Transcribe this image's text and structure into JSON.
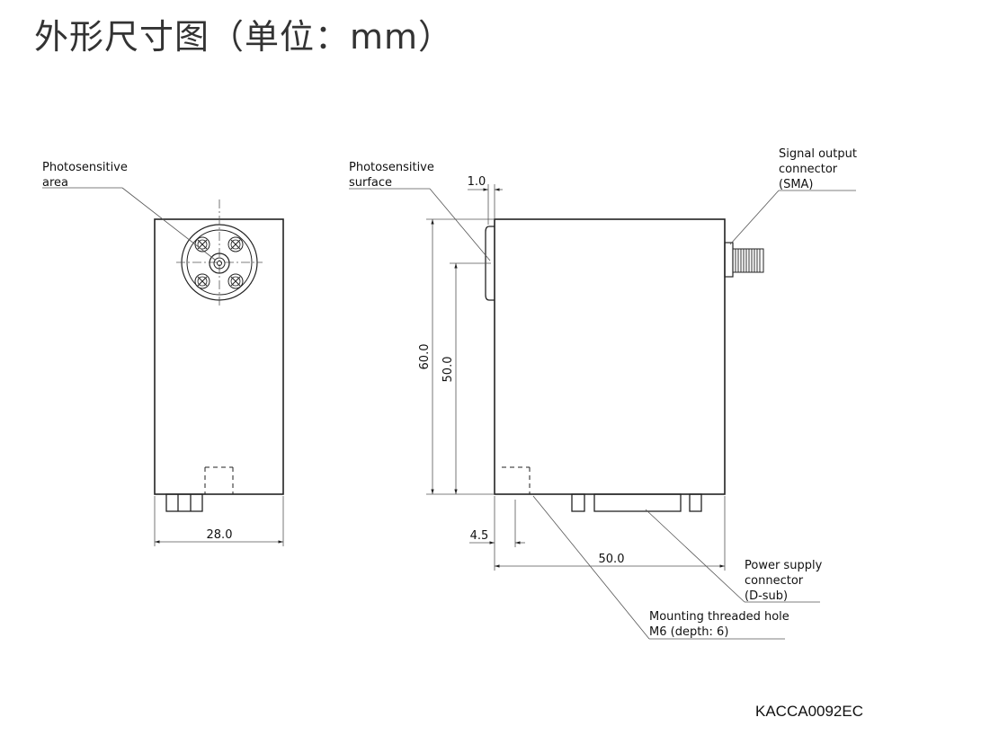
{
  "title": "外形尺寸图（单位：mm）",
  "drawing_code": "KACCA0092EC",
  "front_view": {
    "label_photosensitive_area": [
      "Photosensitive",
      "area"
    ],
    "dim_width": "28.0"
  },
  "side_view": {
    "label_photosensitive_surface": [
      "Photosensitive",
      "surface"
    ],
    "label_signal_connector": [
      "Signal output",
      "connector",
      "(SMA)"
    ],
    "label_power_connector": [
      "Power supply",
      "connector",
      "(D-sub)"
    ],
    "label_mounting_hole": [
      "Mounting threaded hole",
      "M6 (depth: 6)"
    ],
    "dim_window_offset": "1.0",
    "dim_height": "60.0",
    "dim_window_height": "50.0",
    "dim_hole_offset": "4.5",
    "dim_length": "50.0"
  }
}
